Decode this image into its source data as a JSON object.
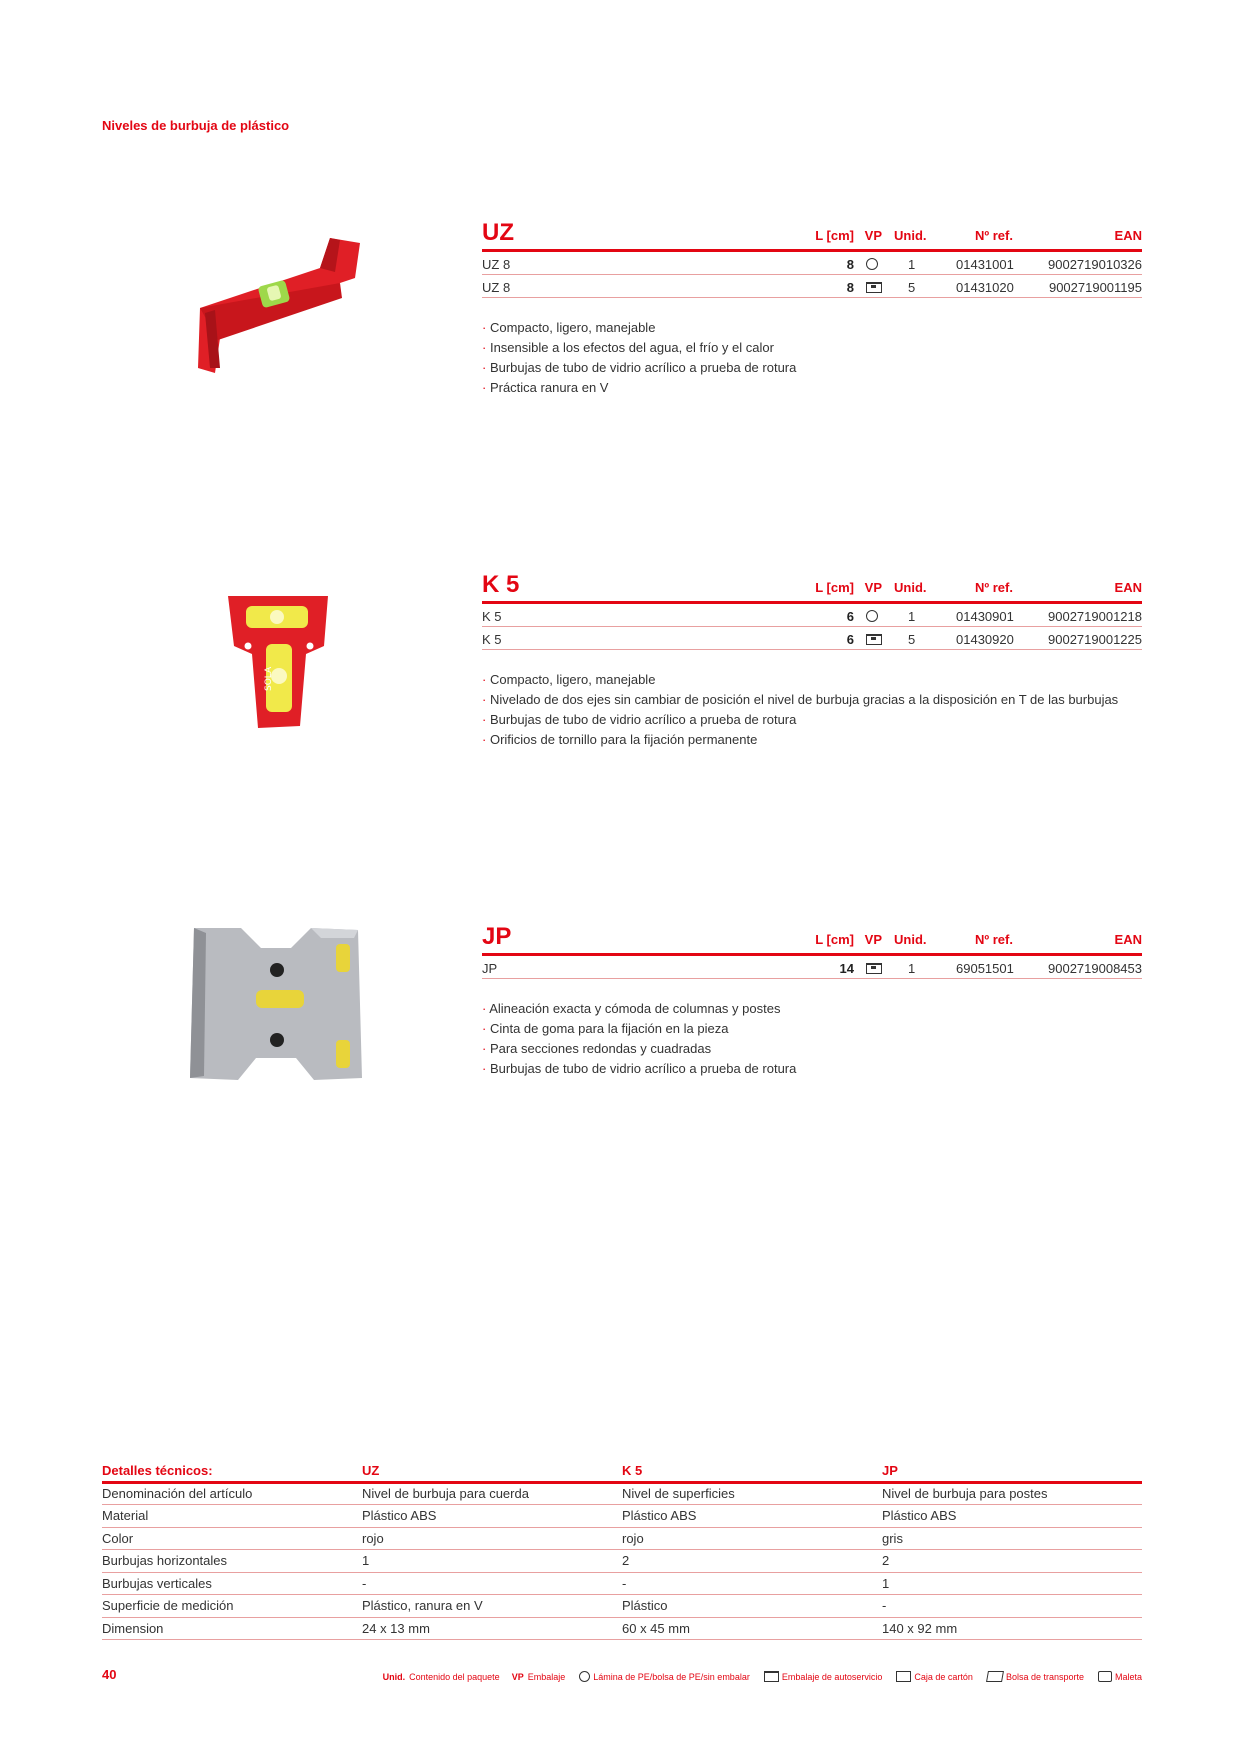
{
  "header": {
    "title": "Niveles de burbuja de plástico"
  },
  "columns": {
    "l": "L [cm]",
    "vp": "VP",
    "unid": "Unid.",
    "ref": "Nº ref.",
    "ean": "EAN"
  },
  "products": [
    {
      "name": "UZ",
      "rows": [
        {
          "name": "UZ 8",
          "l": "8",
          "vp": "circle-icon",
          "unid": "1",
          "ref": "01431001",
          "ean": "9002719010326"
        },
        {
          "name": "UZ 8",
          "l": "8",
          "vp": "self-service-pack-icon",
          "unid": "5",
          "ref": "01431020",
          "ean": "9002719001195"
        }
      ],
      "bullets": [
        "Compacto, ligero, manejable",
        "Insensible a los efectos del agua, el frío y el calor",
        "Burbujas de tubo de vidrio acrílico a prueba de rotura",
        "Práctica ranura en V"
      ]
    },
    {
      "name": "K 5",
      "rows": [
        {
          "name": "K 5",
          "l": "6",
          "vp": "circle-icon",
          "unid": "1",
          "ref": "01430901",
          "ean": "9002719001218"
        },
        {
          "name": "K 5",
          "l": "6",
          "vp": "self-service-pack-icon",
          "unid": "5",
          "ref": "01430920",
          "ean": "9002719001225"
        }
      ],
      "bullets": [
        "Compacto, ligero, manejable",
        "Nivelado de dos ejes sin cambiar de posición el nivel de burbuja gracias a la disposición en T de las burbujas",
        "Burbujas de tubo de vidrio acrílico a prueba de rotura",
        "Orificios de tornillo para la fijación permanente"
      ]
    },
    {
      "name": "JP",
      "rows": [
        {
          "name": "JP",
          "l": "14",
          "vp": "self-service-pack-icon",
          "unid": "1",
          "ref": "69051501",
          "ean": "9002719008453"
        }
      ],
      "bullets": [
        "Alineación exacta y cómoda de columnas y postes",
        "Cinta de goma para la fijación en la pieza",
        "Para secciones redondas y cuadradas",
        "Burbujas de tubo de vidrio acrílico a prueba de rotura"
      ]
    }
  ],
  "tech": {
    "headers": [
      "Detalles técnicos:",
      "UZ",
      "K 5",
      "JP"
    ],
    "rows": [
      [
        "Denominación del artículo",
        "Nivel de burbuja para cuerda",
        "Nivel de superficies",
        "Nivel de burbuja para postes"
      ],
      [
        "Material",
        "Plástico ABS",
        "Plástico ABS",
        "Plástico ABS"
      ],
      [
        "Color",
        "rojo",
        "rojo",
        "gris"
      ],
      [
        "Burbujas horizontales",
        "1",
        "2",
        "2"
      ],
      [
        "Burbujas verticales",
        "-",
        "-",
        "1"
      ],
      [
        "Superficie de medición",
        "Plástico, ranura en V",
        "Plástico",
        "-"
      ],
      [
        "Dimension",
        "24 x 13 mm",
        "60 x 45 mm",
        "140 x 92 mm"
      ]
    ]
  },
  "footer": {
    "page": "40",
    "unid_label": "Unid.",
    "unid_text": "Contenido del paquete",
    "vp_label": "VP",
    "vp_text": "Embalaje",
    "legend": [
      {
        "icon": "circle-icon",
        "text": "Lámina de PE/bolsa de PE/sin embalar"
      },
      {
        "icon": "self-service-pack-icon",
        "text": "Embalaje de autoservicio"
      },
      {
        "icon": "carton-box-icon",
        "text": "Caja de cartón"
      },
      {
        "icon": "transport-bag-icon",
        "text": "Bolsa de transporte"
      },
      {
        "icon": "case-icon",
        "text": "Maleta"
      }
    ]
  },
  "colors": {
    "accent": "#e30613",
    "text": "#333333",
    "jp_body": "#b9bbc0"
  }
}
